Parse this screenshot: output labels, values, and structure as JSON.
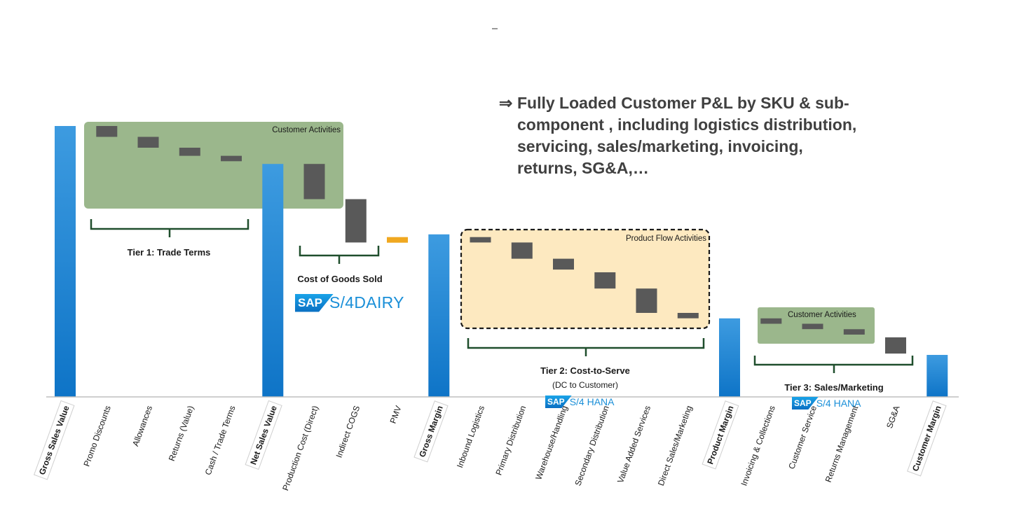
{
  "headline": {
    "arrow": "⇒",
    "lines": [
      "Fully Loaded Customer P&L by SKU & sub-",
      "component , including logistics distribution,",
      "servicing, sales/marketing, invoicing,",
      "returns, SG&A,…"
    ]
  },
  "chart_data": {
    "type": "bar",
    "subtype": "waterfall",
    "title": "",
    "xlabel": "",
    "ylabel": "",
    "categories": [
      "Gross Sales Value",
      "Promo Discounts",
      "Allowances",
      "Returns (Value)",
      "Cash / Trade Terms",
      "Net Sales Value",
      "Production Cost (Direct)",
      "Indirect COGS",
      "PMV",
      "Gross Margin",
      "Inbound Logistics",
      "Primary Distribution",
      "Warehouse/Handling",
      "Secondary Distribution",
      "Value Added Services",
      "Direct Sales/Marketing",
      "Product Margin",
      "Invoicing & Collections",
      "Customer Service",
      "Returns Management",
      "SG&A",
      "Customer Margin"
    ],
    "highlighted_categories": [
      "Gross Sales Value",
      "Net Sales Value",
      "Gross Margin",
      "Product Margin",
      "Customer Margin"
    ],
    "bars": [
      {
        "kind": "total",
        "from": 0,
        "to": 100
      },
      {
        "kind": "step",
        "from": 100,
        "to": 96
      },
      {
        "kind": "step",
        "from": 96,
        "to": 92
      },
      {
        "kind": "step",
        "from": 92,
        "to": 89
      },
      {
        "kind": "step",
        "from": 89,
        "to": 87
      },
      {
        "kind": "total",
        "from": 0,
        "to": 86
      },
      {
        "kind": "step",
        "from": 86,
        "to": 73
      },
      {
        "kind": "step",
        "from": 73,
        "to": 57
      },
      {
        "kind": "step",
        "from": 59,
        "to": 57
      },
      {
        "kind": "total",
        "from": 0,
        "to": 60
      },
      {
        "kind": "step",
        "from": 59,
        "to": 57
      },
      {
        "kind": "step",
        "from": 57,
        "to": 51
      },
      {
        "kind": "step",
        "from": 51,
        "to": 47
      },
      {
        "kind": "step",
        "from": 46,
        "to": 40
      },
      {
        "kind": "step",
        "from": 40,
        "to": 31
      },
      {
        "kind": "step",
        "from": 31,
        "to": 29
      },
      {
        "kind": "total",
        "from": 0,
        "to": 29
      },
      {
        "kind": "step",
        "from": 29,
        "to": 27
      },
      {
        "kind": "step",
        "from": 27,
        "to": 25
      },
      {
        "kind": "step",
        "from": 25,
        "to": 23
      },
      {
        "kind": "step",
        "from": 22,
        "to": 16
      },
      {
        "kind": "total",
        "from": 0,
        "to": 15.5
      }
    ],
    "colors": {
      "total": "#1f86d4",
      "step": "#595959",
      "pmv": "#f0a820",
      "customer_box": "#8aaa78",
      "product_flow_box": "#fde9c0",
      "bracket": "#1f4e2c"
    },
    "annotations": {
      "customer_activities_1": "Customer Activities",
      "product_flow_activities": "Product Flow Activities",
      "customer_activities_2": "Customer Activities",
      "tier1": "Tier 1: Trade Terms",
      "cogs": "Cost of Goods Sold",
      "tier2": "Tier 2: Cost-to-Serve",
      "tier2_sub": "(DC to Customer)",
      "tier3": "Tier 3: Sales/Marketing"
    },
    "logos": {
      "sap_badge": "SAP",
      "dairy": "S/4DAIRY",
      "hana": "S/4 HANA"
    }
  }
}
